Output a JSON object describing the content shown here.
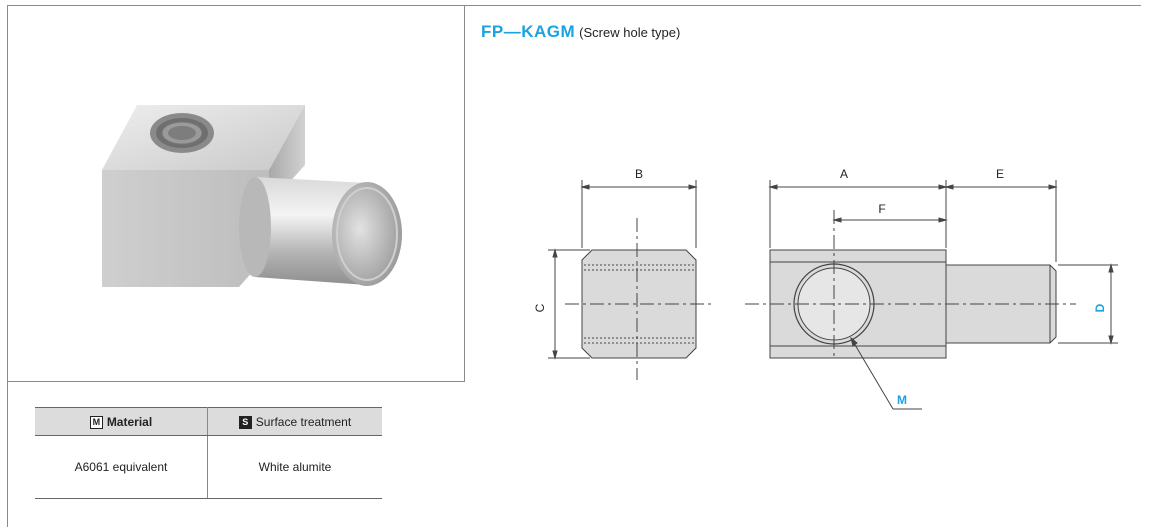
{
  "title": {
    "code": "FP—KAGM",
    "subtitle": "(Screw hole type)"
  },
  "spec_table": {
    "headers": [
      {
        "badge": "M",
        "label": "Material"
      },
      {
        "badge": "S",
        "label": "Surface treatment"
      }
    ],
    "rows": [
      [
        "A6061 equivalent",
        "White alumite"
      ]
    ]
  },
  "dimensions": {
    "A": "A",
    "B": "B",
    "C": "C",
    "D": "D",
    "E": "E",
    "F": "F",
    "M": "M"
  },
  "colors": {
    "accent": "#1aa3e0",
    "border": "#8a8a8a",
    "header_bg": "#dcdcdc"
  }
}
